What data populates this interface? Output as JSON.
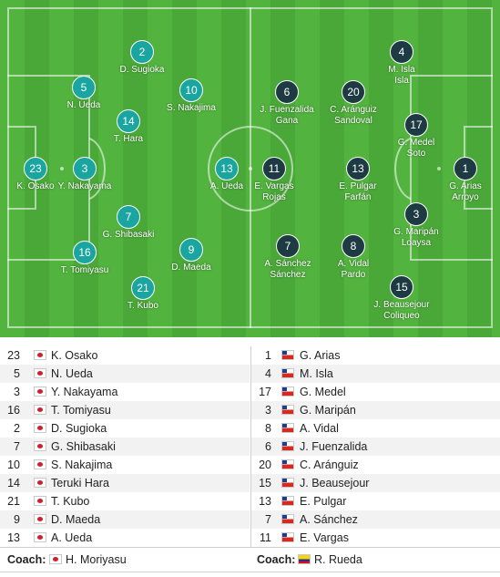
{
  "pitch": {
    "home_team": {
      "players": [
        {
          "number": "2",
          "name": "D. Sugioka"
        },
        {
          "number": "5",
          "name": "N. Ueda"
        },
        {
          "number": "10",
          "name": "S. Nakajima"
        },
        {
          "number": "14",
          "name": "T. Hara"
        },
        {
          "number": "23",
          "name": "K. Osako"
        },
        {
          "number": "3",
          "name": "Y. Nakayama"
        },
        {
          "number": "13",
          "name": "A. Ueda"
        },
        {
          "number": "7",
          "name": "G. Shibasaki"
        },
        {
          "number": "16",
          "name": "T. Tomiyasu"
        },
        {
          "number": "9",
          "name": "D. Maeda"
        },
        {
          "number": "21",
          "name": "T. Kubo"
        }
      ]
    },
    "away_team": {
      "players": [
        {
          "number": "4",
          "name": "M. Isla",
          "name2": "Isla"
        },
        {
          "number": "6",
          "name": "J. Fuenzalida",
          "name2": "Gana"
        },
        {
          "number": "20",
          "name": "C. Aránguiz",
          "name2": "Sandoval"
        },
        {
          "number": "17",
          "name": "G. Medel",
          "name2": "Soto"
        },
        {
          "number": "11",
          "name": "E. Vargas",
          "name2": "Rojas"
        },
        {
          "number": "13",
          "name": "E. Pulgar",
          "name2": "Farfán"
        },
        {
          "number": "1",
          "name": "G. Arias",
          "name2": "Arroyo"
        },
        {
          "number": "3",
          "name": "G. Maripán",
          "name2": "Loaysa"
        },
        {
          "number": "7",
          "name": "A. Sánchez",
          "name2": "Sánchez"
        },
        {
          "number": "8",
          "name": "A. Vidal",
          "name2": "Pardo"
        },
        {
          "number": "15",
          "name": "J. Beausejour",
          "name2": "Coliqueo"
        }
      ]
    }
  },
  "lineups": {
    "home": [
      {
        "number": "23",
        "name": "K. Osako"
      },
      {
        "number": "5",
        "name": "N. Ueda"
      },
      {
        "number": "3",
        "name": "Y. Nakayama"
      },
      {
        "number": "16",
        "name": "T. Tomiyasu"
      },
      {
        "number": "2",
        "name": "D. Sugioka"
      },
      {
        "number": "7",
        "name": "G. Shibasaki"
      },
      {
        "number": "10",
        "name": "S. Nakajima"
      },
      {
        "number": "14",
        "name": "Teruki Hara"
      },
      {
        "number": "21",
        "name": "T. Kubo"
      },
      {
        "number": "9",
        "name": "D. Maeda"
      },
      {
        "number": "13",
        "name": "A. Ueda"
      }
    ],
    "away": [
      {
        "number": "1",
        "name": "G. Arias"
      },
      {
        "number": "4",
        "name": "M. Isla"
      },
      {
        "number": "17",
        "name": "G. Medel"
      },
      {
        "number": "3",
        "name": "G. Maripán"
      },
      {
        "number": "8",
        "name": "A. Vidal"
      },
      {
        "number": "6",
        "name": "J. Fuenzalida"
      },
      {
        "number": "20",
        "name": "C. Aránguiz"
      },
      {
        "number": "15",
        "name": "J. Beausejour"
      },
      {
        "number": "13",
        "name": "E. Pulgar"
      },
      {
        "number": "7",
        "name": "A. Sánchez"
      },
      {
        "number": "11",
        "name": "E. Vargas"
      }
    ],
    "home_flag": "japan-flag-icon",
    "away_flag": "chile-flag-icon"
  },
  "coaches": {
    "label": "Coach:",
    "home": {
      "name": "H. Moriyasu",
      "flag": "japan-flag-icon"
    },
    "away": {
      "name": "R. Rueda",
      "flag": "colombia-flag-icon"
    }
  },
  "colors": {
    "home_disc": "#1aa5a1",
    "away_disc": "#1e3b44",
    "pitch_light": "#52b33e",
    "pitch_dark": "#4aa838"
  }
}
